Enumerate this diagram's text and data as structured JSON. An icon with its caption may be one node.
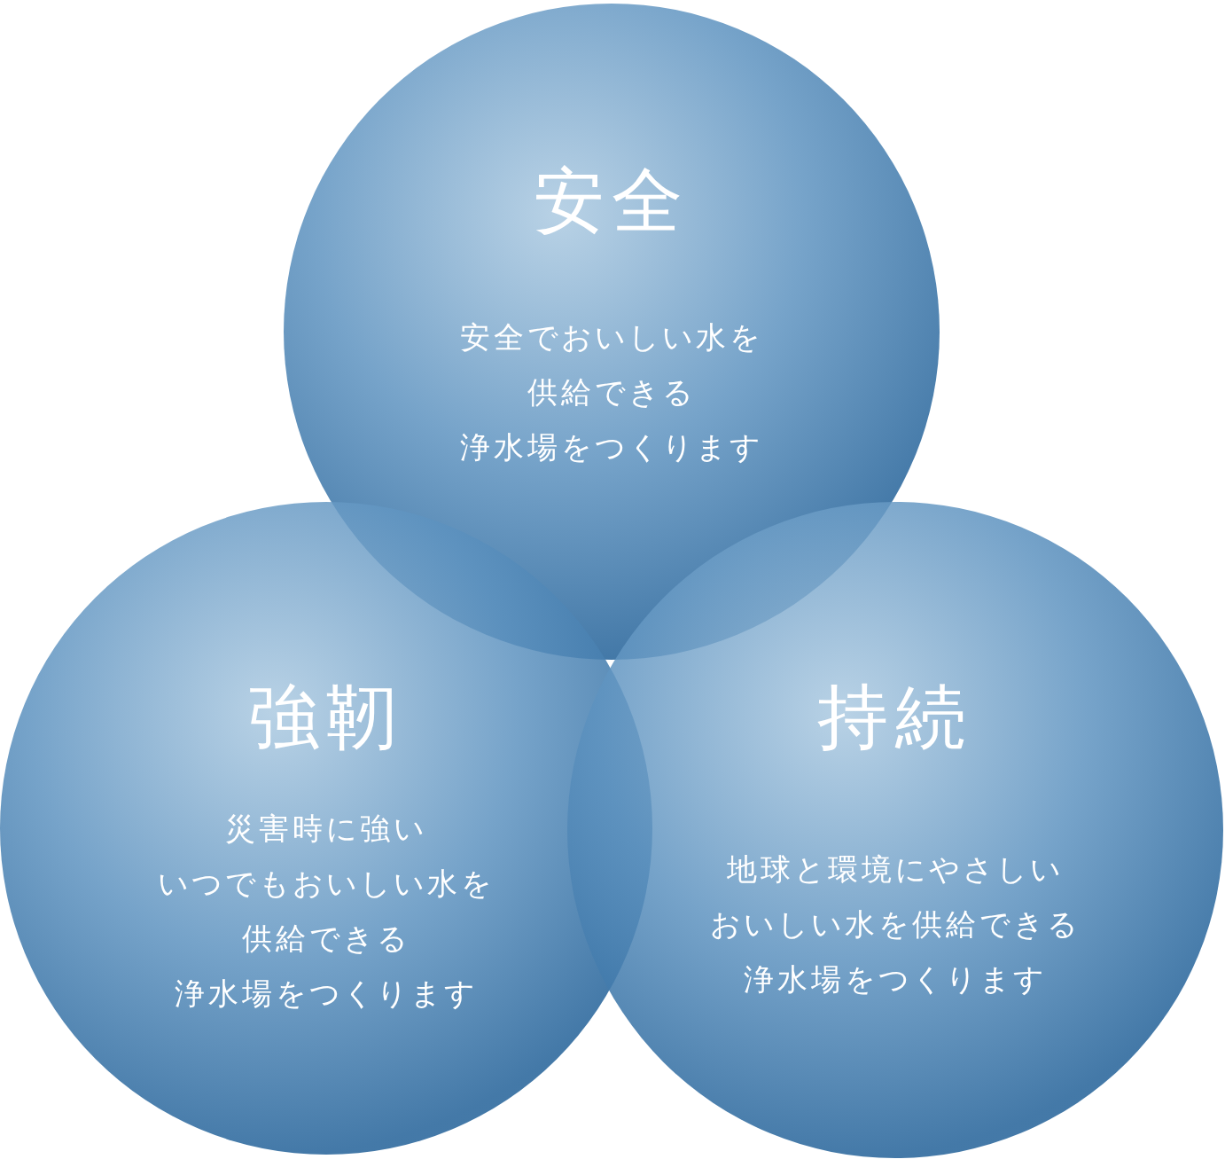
{
  "diagram": {
    "nodes": [
      {
        "text": [
          "安全",
          "安全でおいしい水を供給できる浄水場をつくります"
        ]
      },
      {
        "text": [
          "強靭",
          "災害時に強いいつでもおいしい水を供給できる浄水場をつくります"
        ]
      },
      {
        "text": [
          "持続",
          "地球と環境にやさしいおいしい水を供給できる浄水場をつくります"
        ]
      }
    ]
  }
}
